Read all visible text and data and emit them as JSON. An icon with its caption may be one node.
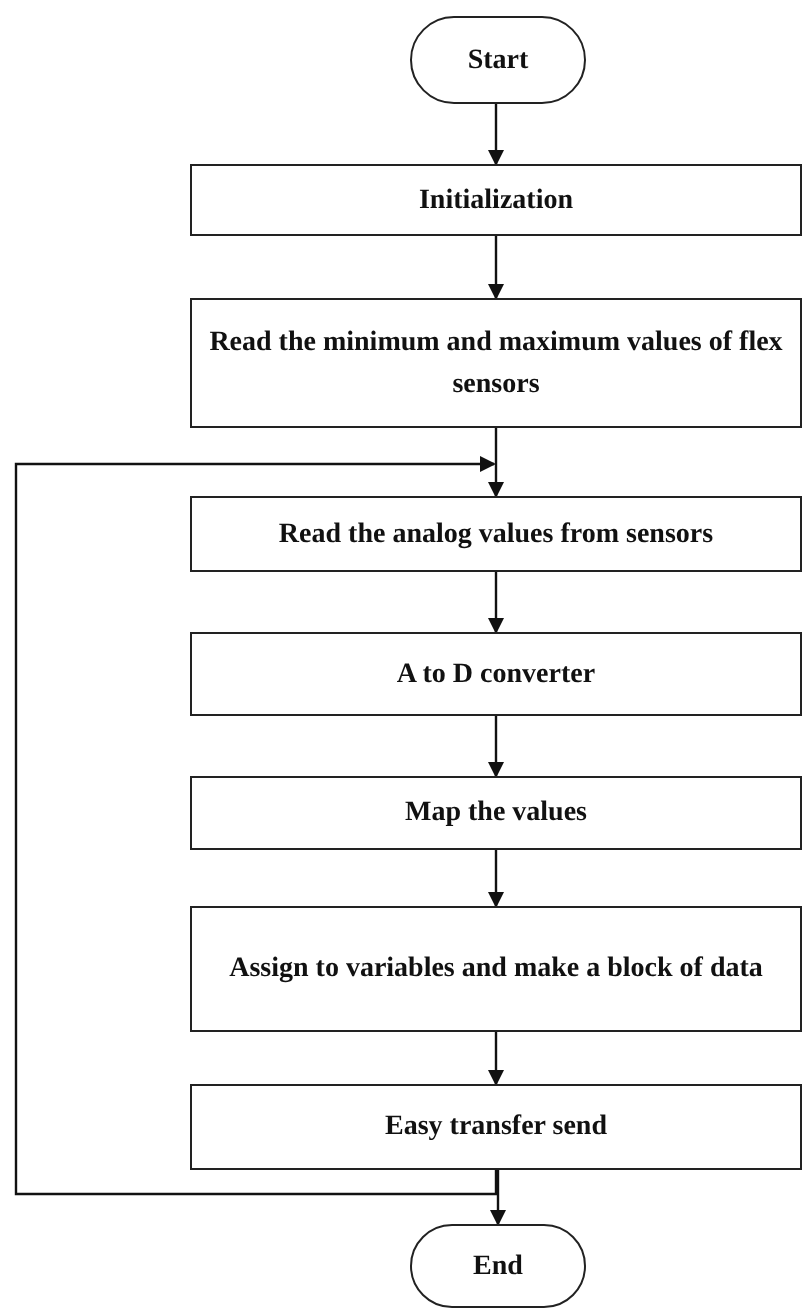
{
  "diagram": {
    "nodes": [
      {
        "text": [
          "Start"
        ]
      },
      {
        "text": [
          "Initialization"
        ]
      },
      {
        "text": [
          "Read the minimum and maximum values of flex sensors"
        ]
      },
      {
        "text": [
          "Read the analog values from sensors"
        ]
      },
      {
        "text": [
          "A to D converter"
        ]
      },
      {
        "text": [
          "Map the values"
        ]
      },
      {
        "text": [
          "Assign to variables and make a block of data"
        ]
      },
      {
        "text": [
          "Easy transfer send"
        ]
      },
      {
        "text": [
          "End"
        ]
      }
    ],
    "edges": [
      {
        "from": 0,
        "to": 1,
        "arrow": "to"
      },
      {
        "from": 1,
        "to": 2,
        "arrow": "to"
      },
      {
        "from": 2,
        "to": 3,
        "arrow": "to"
      },
      {
        "from": 3,
        "to": 4,
        "arrow": "to"
      },
      {
        "from": 4,
        "to": 5,
        "arrow": "to"
      },
      {
        "from": 5,
        "to": 6,
        "arrow": "to"
      },
      {
        "from": 6,
        "to": 7,
        "arrow": "to"
      },
      {
        "from": 7,
        "to": 8,
        "arrow": "to"
      },
      {
        "from": 7,
        "to": 3,
        "arrow": "to"
      }
    ]
  }
}
